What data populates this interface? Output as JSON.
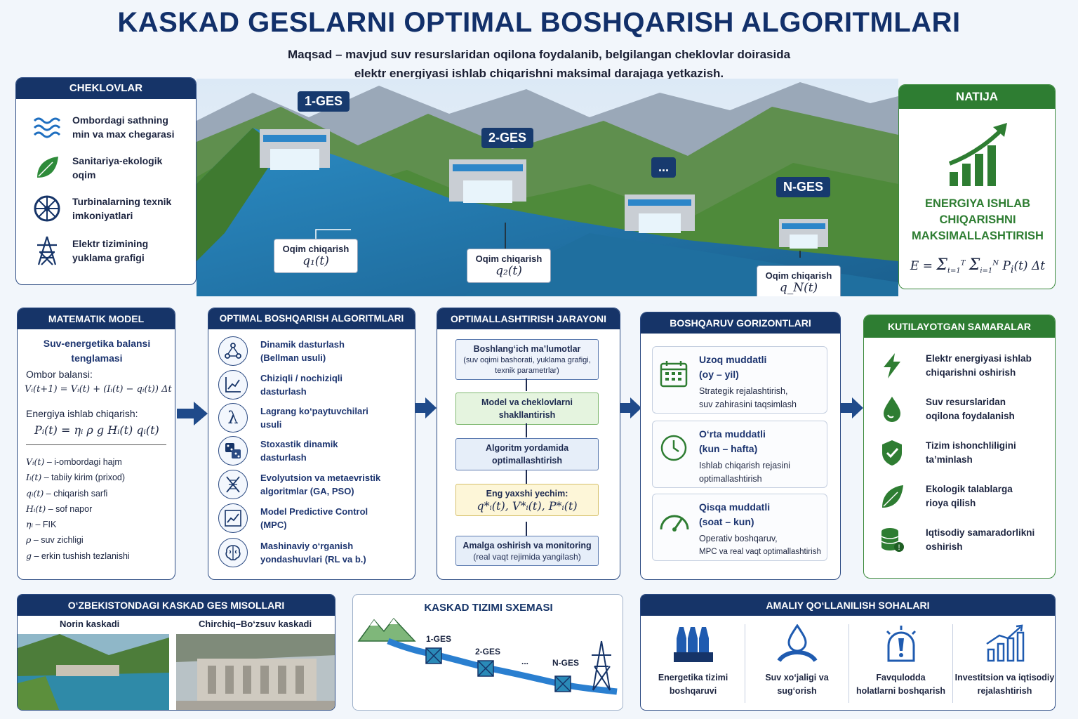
{
  "header": {
    "title": "KASKAD GESLARNI OPTIMAL BOSHQARISH ALGORITMLARI",
    "subtitle_line1": "Maqsad – mavjud suv resurslaridan oqilona foydalanib, belgilangan cheklovlar doirasida",
    "subtitle_line2": "elektr energiyasi ishlab chiqarishni maksimal darajaga yetkazish."
  },
  "constraints": {
    "title": "CHEKLOVLAR",
    "items": [
      {
        "line1": "Ombordagi sathning",
        "line2": "min va max chegarasi",
        "icon": "water-waves-icon"
      },
      {
        "line1": "Sanitariya-ekologik",
        "line2": "oqim",
        "icon": "leaf-icon"
      },
      {
        "line1": "Turbinalarning texnik",
        "line2": "imkoniyatlari",
        "icon": "turbine-icon"
      },
      {
        "line1": "Elektr tizimining",
        "line2": "yuklama grafigi",
        "icon": "power-tower-icon"
      }
    ]
  },
  "hero": {
    "ges1": "1-GES",
    "ges2": "2-GES",
    "gesdots": "...",
    "gesN": "N-GES",
    "flow_label": "Oqim chiqarish",
    "q1": "q₁(t)",
    "q2": "q₂(t)",
    "qN": "q_N(t)"
  },
  "result": {
    "title": "NATIJA",
    "line1": "ENERGIYA ISHLAB",
    "line2": "CHIQARISHNI",
    "line3": "MAKSIMALLASHTIRISH",
    "formula": "E = Σ_{t=1}^{T} Σ_{i=1}^{N} P_i(t) Δt"
  },
  "math_model": {
    "title": "MATEMATIK MODEL",
    "subtitle1": "Suv-energetika balansi",
    "subtitle2": "tenglamasi",
    "reservoir_label": "Ombor balansi:",
    "reservoir_eq": "Vᵢ(t+1) = Vᵢ(t) + (Iᵢ(t) − qᵢ(t)) Δt",
    "energy_label": "Energiya ishlab chiqarish:",
    "energy_eq": "Pᵢ(t) = ηᵢ ρ g Hᵢ(t) qᵢ(t)",
    "legend": [
      {
        "sym": "Vᵢ(t)",
        "desc": "– i-ombordagi hajm"
      },
      {
        "sym": "Iᵢ(t)",
        "desc": "– tabiiy kirim (prixod)"
      },
      {
        "sym": "qᵢ(t)",
        "desc": "– chiqarish sarfi"
      },
      {
        "sym": "Hᵢ(t)",
        "desc": "– sof napor"
      },
      {
        "sym": "ηᵢ",
        "desc": "– FIK"
      },
      {
        "sym": "ρ",
        "desc": "– suv zichligi"
      },
      {
        "sym": "g",
        "desc": "– erkin tushish tezlanishi"
      }
    ]
  },
  "algorithms": {
    "title": "OPTIMAL BOSHQARISH ALGORITMLARI",
    "items": [
      {
        "line1": "Dinamik dasturlash",
        "line2": "(Bellman usuli)",
        "icon": "network-icon"
      },
      {
        "line1": "Chiziqli / nochiziqli",
        "line2": "dasturlash",
        "icon": "line-chart-icon"
      },
      {
        "line1": "Lagrang ko‘paytuvchilari",
        "line2": "usuli",
        "icon": "lambda-icon"
      },
      {
        "line1": "Stoxastik dinamik",
        "line2": "dasturlash",
        "icon": "dice-icon"
      },
      {
        "line1": "Evolyutsion va metaevristik",
        "line2": "algoritmlar (GA, PSO)",
        "icon": "dna-icon"
      },
      {
        "line1": "Model Predictive Control",
        "line2": "(MPC)",
        "icon": "mpc-chart-icon"
      },
      {
        "line1": "Mashinaviy o‘rganish",
        "line2": "yondashuvlari (RL va b.)",
        "icon": "brain-icon"
      }
    ]
  },
  "process": {
    "title": "OPTIMALLASHTIRISH JARAYONI",
    "step1_title": "Boshlang‘ich ma’lumotlar",
    "step1_sub": "(suv oqimi bashorati, yuklama grafigi, texnik parametrlar)",
    "step2": "Model va cheklovlarni shakllantirish",
    "step3": "Algoritm yordamida optimallashtirish",
    "step4_title": "Eng yaxshi yechim:",
    "step4_formula": "q*ᵢ(t), V*ᵢ(t), P*ᵢ(t)",
    "step5_title": "Amalga oshirish va monitoring",
    "step5_sub": "(real vaqt rejimida yangilash)"
  },
  "horizons": {
    "title": "BOSHQARUV GORIZONTLARI",
    "items": [
      {
        "title1": "Uzoq muddatli",
        "title2": "(oy – yil)",
        "desc1": "Strategik rejalashtirish,",
        "desc2": "suv zahirasini taqsimlash",
        "icon": "calendar-icon"
      },
      {
        "title1": "O‘rta muddatli",
        "title2": "(kun – hafta)",
        "desc1": "Ishlab chiqarish rejasini",
        "desc2": "optimallashtirish",
        "icon": "clock-icon"
      },
      {
        "title1": "Qisqa muddatli",
        "title2": "(soat – kun)",
        "desc1": "Operativ boshqaruv,",
        "desc2": "MPC va real vaqt optimallashtirish",
        "icon": "speedometer-icon"
      }
    ]
  },
  "benefits": {
    "title": "KUTILAYOTGAN SAMARALAR",
    "items": [
      {
        "line1": "Elektr energiyasi ishlab",
        "line2": "chiqarishni oshirish",
        "icon": "lightning-icon"
      },
      {
        "line1": "Suv resurslaridan",
        "line2": "oqilona foydalanish",
        "icon": "water-drop-icon"
      },
      {
        "line1": "Tizim ishonchliligini",
        "line2": "ta’minlash",
        "icon": "shield-check-icon"
      },
      {
        "line1": "Ekologik talablarga",
        "line2": "rioya qilish",
        "icon": "leaf-icon"
      },
      {
        "line1": "Iqtisodiy samaradorlikni",
        "line2": "oshirish",
        "icon": "coins-icon"
      }
    ]
  },
  "examples": {
    "title": "O‘ZBEKISTONDAGI KASKAD GES MISOLLARI",
    "left_label": "Norin kaskadi",
    "right_label": "Chirchiq–Bo‘zsuv kaskadi"
  },
  "scheme": {
    "title": "KASKAD TIZIMI SXEMASI",
    "ges1": "1-GES",
    "ges2": "2-GES",
    "dots": "...",
    "gesN": "N-GES"
  },
  "applications": {
    "title": "AMALIY QO‘LLANILISH SOHALARI",
    "items": [
      {
        "line1": "Energetika tizimi",
        "line2": "boshqaruvi",
        "icon": "power-plant-icon"
      },
      {
        "line1": "Suv xo‘jaligi va",
        "line2": "sug‘orish",
        "icon": "irrigation-icon"
      },
      {
        "line1": "Favqulodda",
        "line2": "holatlarni boshqarish",
        "icon": "alert-icon"
      },
      {
        "line1": "Investitsion va iqtisodiy",
        "line2": "rejalashtirish",
        "icon": "growth-chart-icon"
      }
    ]
  },
  "colors": {
    "navy": "#163468",
    "green": "#2e7d32",
    "water": "#2a7fb8"
  }
}
